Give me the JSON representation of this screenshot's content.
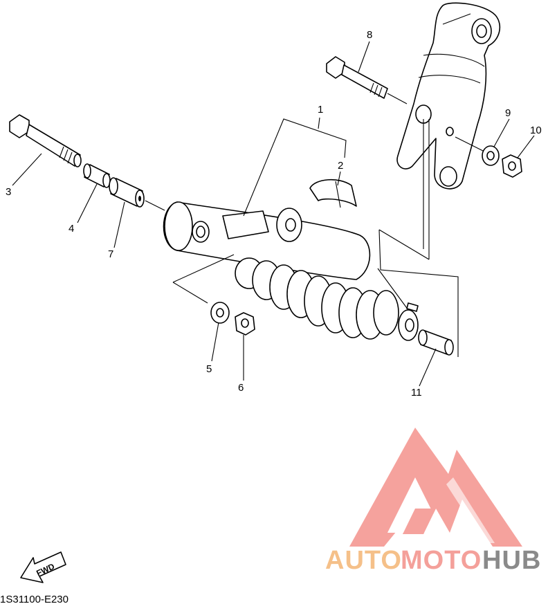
{
  "callouts": [
    "1",
    "2",
    "3",
    "4",
    "5",
    "6",
    "7",
    "8",
    "9",
    "10",
    "11"
  ],
  "diagram_code": "1S31100-E230",
  "fwd_label": "FWD",
  "watermark": {
    "parts": [
      "AUTO",
      "MOTO",
      "HUB"
    ],
    "colors": {
      "auto": "#f5c089",
      "moto": "#f4a09a",
      "hub": "#8a8a8a",
      "triangle": "#f4928c"
    }
  }
}
